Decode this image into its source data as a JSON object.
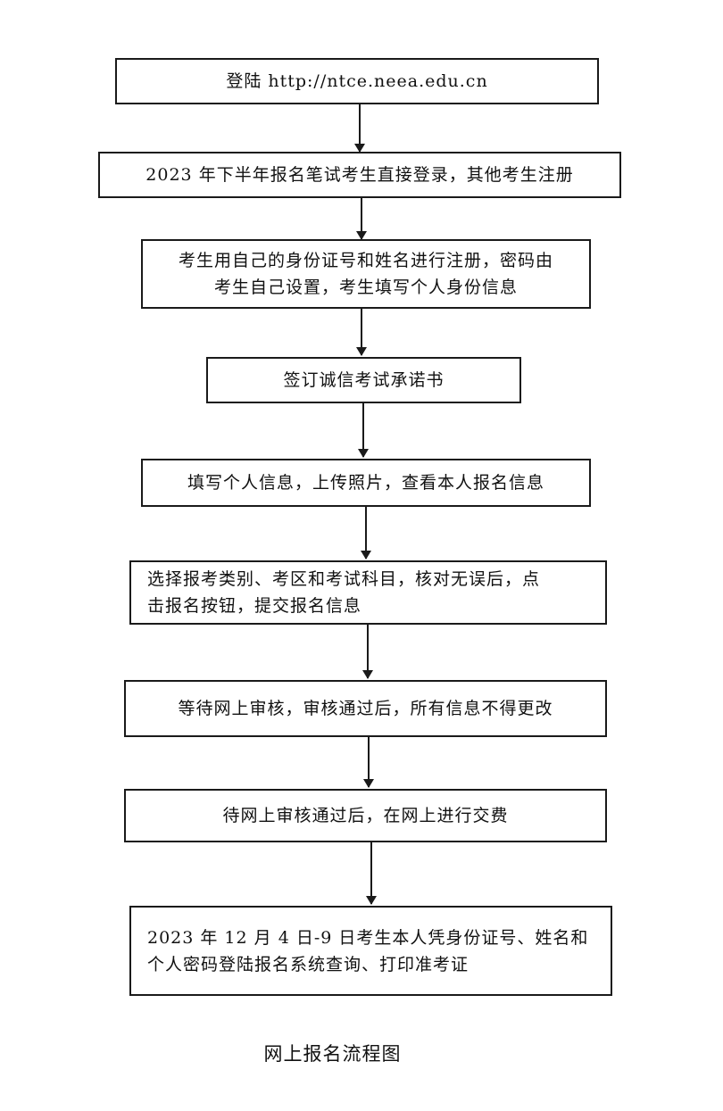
{
  "steps": [
    {
      "lines": [
        "登陆 http://ntce.neea.edu.cn"
      ]
    },
    {
      "lines": [
        "2023 年下半年报名笔试考生直接登录，其他考生注册"
      ]
    },
    {
      "lines": [
        "考生用自己的身份证号和姓名进行注册，密码由",
        "考生自己设置，考生填写个人身份信息"
      ]
    },
    {
      "lines": [
        "签订诚信考试承诺书"
      ]
    },
    {
      "lines": [
        "填写个人信息，上传照片，查看本人报名信息"
      ]
    },
    {
      "lines": [
        "选择报考类别、考区和考试科目，核对无误后，点",
        "击报名按钮，提交报名信息"
      ]
    },
    {
      "lines": [
        "等待网上审核，审核通过后，所有信息不得更改"
      ]
    },
    {
      "lines": [
        "待网上审核通过后，在网上进行交费"
      ]
    },
    {
      "lines": [
        "2023 年 12 月 4 日-9 日考生本人凭身份证号、姓名和",
        "个人密码登陆报名系统查询、打印准考证"
      ]
    }
  ],
  "caption": "网上报名流程图"
}
